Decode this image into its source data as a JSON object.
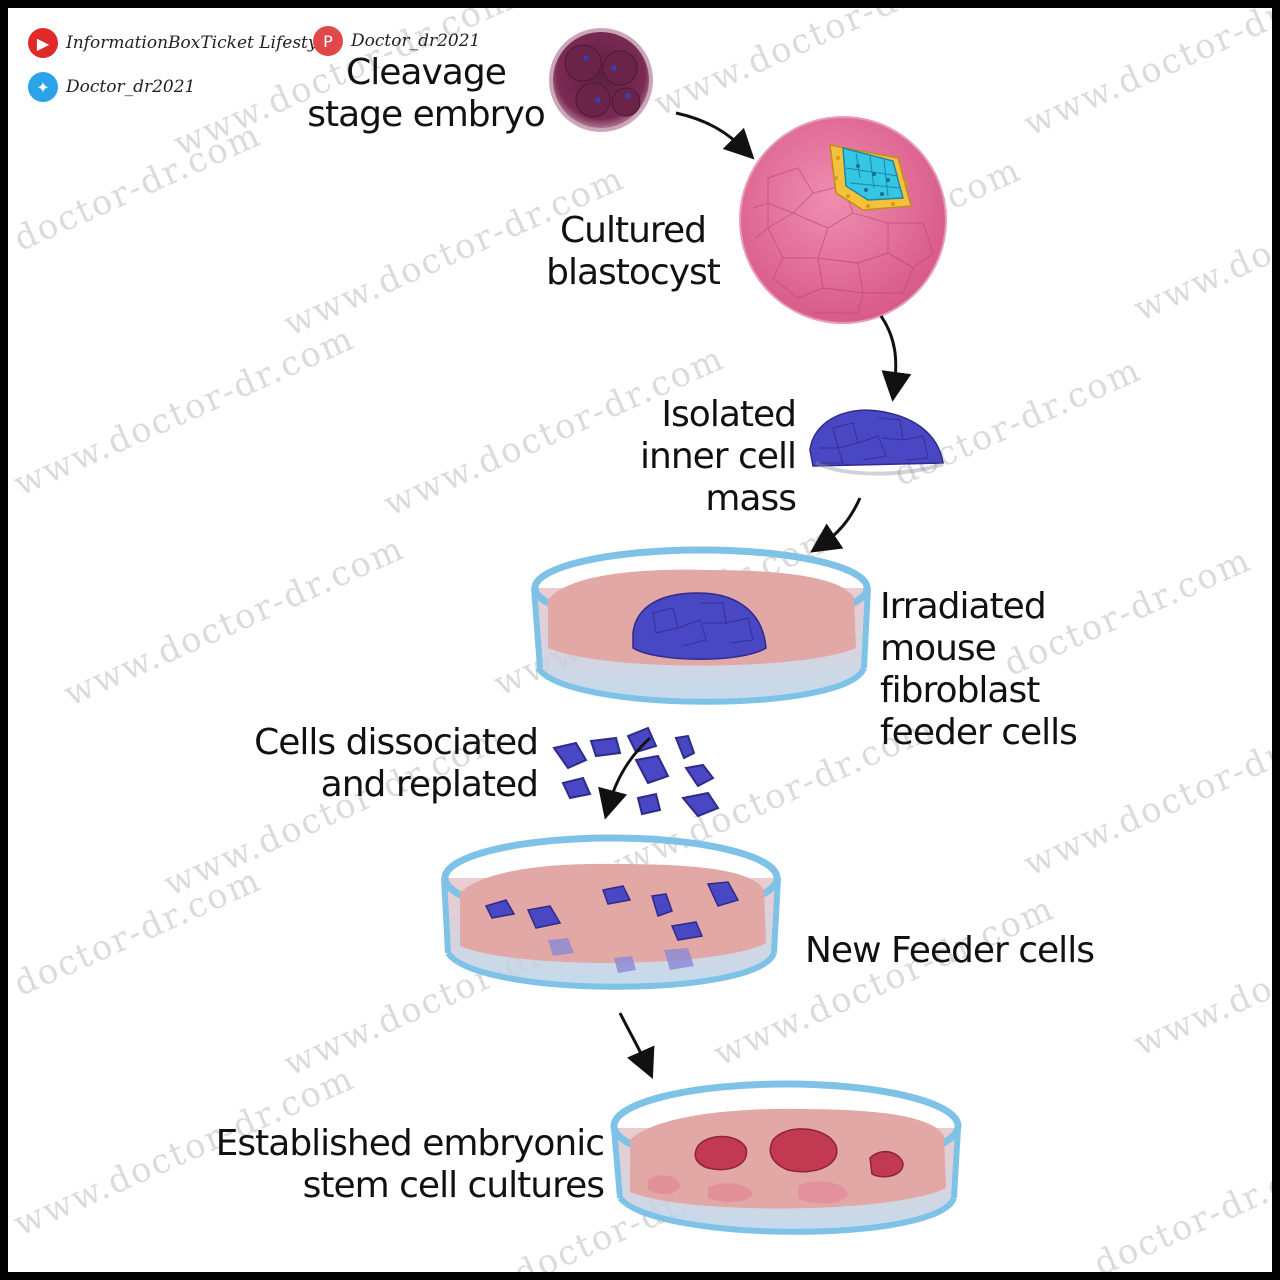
{
  "social": {
    "youtube_handle": "InformationBoxTicket Lifestyles",
    "pinterest_handle": "Doctor_dr2021",
    "twitter_handle": "Doctor_dr2021"
  },
  "watermark": {
    "text_a": "www.doctor-dr.com",
    "text_b": "doctor-dr.com"
  },
  "steps": {
    "cleavage": [
      "Cleavage",
      "stage embryo"
    ],
    "blastocyst": [
      "Cultured",
      "blastocyst"
    ],
    "icm": [
      "Isolated",
      "inner cell",
      "mass"
    ],
    "feeder": [
      "Irradiated",
      "mouse",
      "fibroblast",
      "feeder cells"
    ],
    "dissociated": [
      "Cells dissociated",
      "and replated"
    ],
    "new_feeder": "New Feeder cells",
    "established": [
      "Established embryonic",
      "stem cell cultures"
    ]
  },
  "colors": {
    "embryo": "#7a2a52",
    "blastocyst": "#e57aa0",
    "trophoblast_yellow": "#f3c23a",
    "icm_cyan": "#35c6e6",
    "stem_cells": "#4a47c4",
    "dish_rim": "#7fc2e8",
    "feeder_layer": "#e2a8a6",
    "colony_red": "#c23a52"
  }
}
